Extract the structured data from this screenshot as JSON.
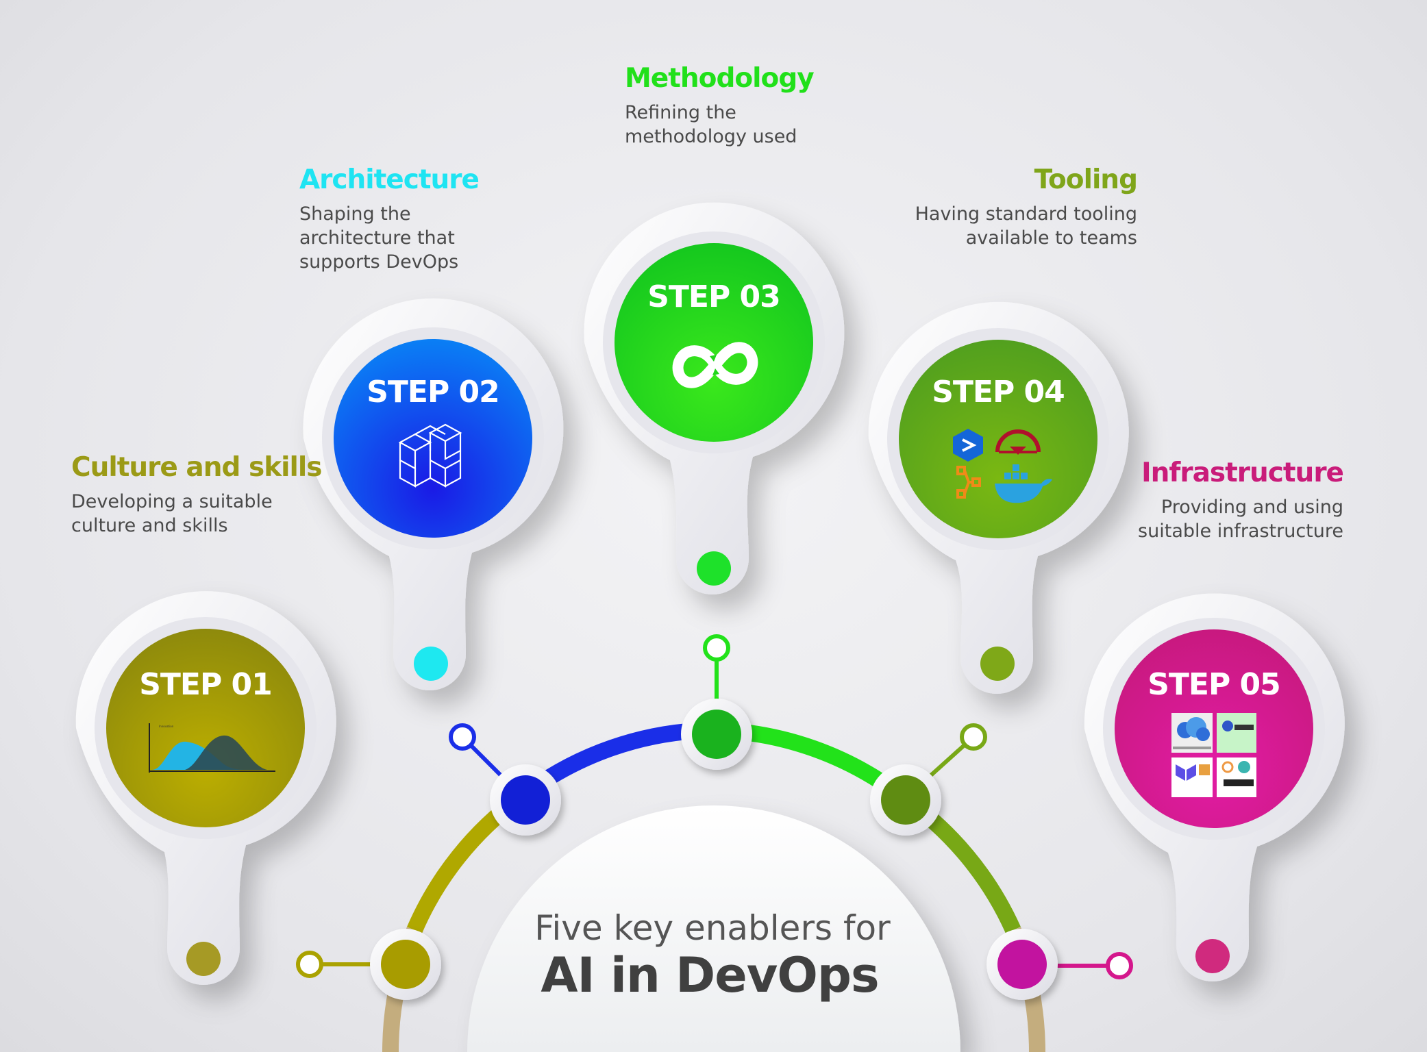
{
  "center": {
    "subtitle": "Five key enablers for",
    "title": "AI in DevOps"
  },
  "colors": {
    "step1": "#a8a000",
    "step2": "#1a3cf0",
    "step3": "#22d61c",
    "step4": "#6ea316",
    "step5": "#d4178c",
    "title1": "#9b9a16",
    "title2": "#1ee4f2",
    "title3": "#21e01a",
    "title4": "#7fa51a",
    "title5": "#c91c7a"
  },
  "steps": [
    {
      "label": "STEP 01",
      "title": "Culture and skills",
      "desc": [
        "Developing a suitable",
        "culture and skills"
      ],
      "icon": "area-chart-icon"
    },
    {
      "label": "STEP 02",
      "title": "Architecture",
      "desc": [
        "Shaping the",
        "architecture that",
        "supports DevOps"
      ],
      "icon": "cubes-icon"
    },
    {
      "label": "STEP 03",
      "title": "Methodology",
      "desc": [
        "Refining the",
        "methodology used"
      ],
      "icon": "infinity-icon"
    },
    {
      "label": "STEP 04",
      "title": "Tooling",
      "desc": [
        "Having standard tooling",
        "available to teams"
      ],
      "icon": "tools-icons"
    },
    {
      "label": "STEP 05",
      "title": "Infrastructure",
      "desc": [
        "Providing and using",
        "suitable infrastructure"
      ],
      "icon": "infrastructure-tiles-icon"
    }
  ]
}
